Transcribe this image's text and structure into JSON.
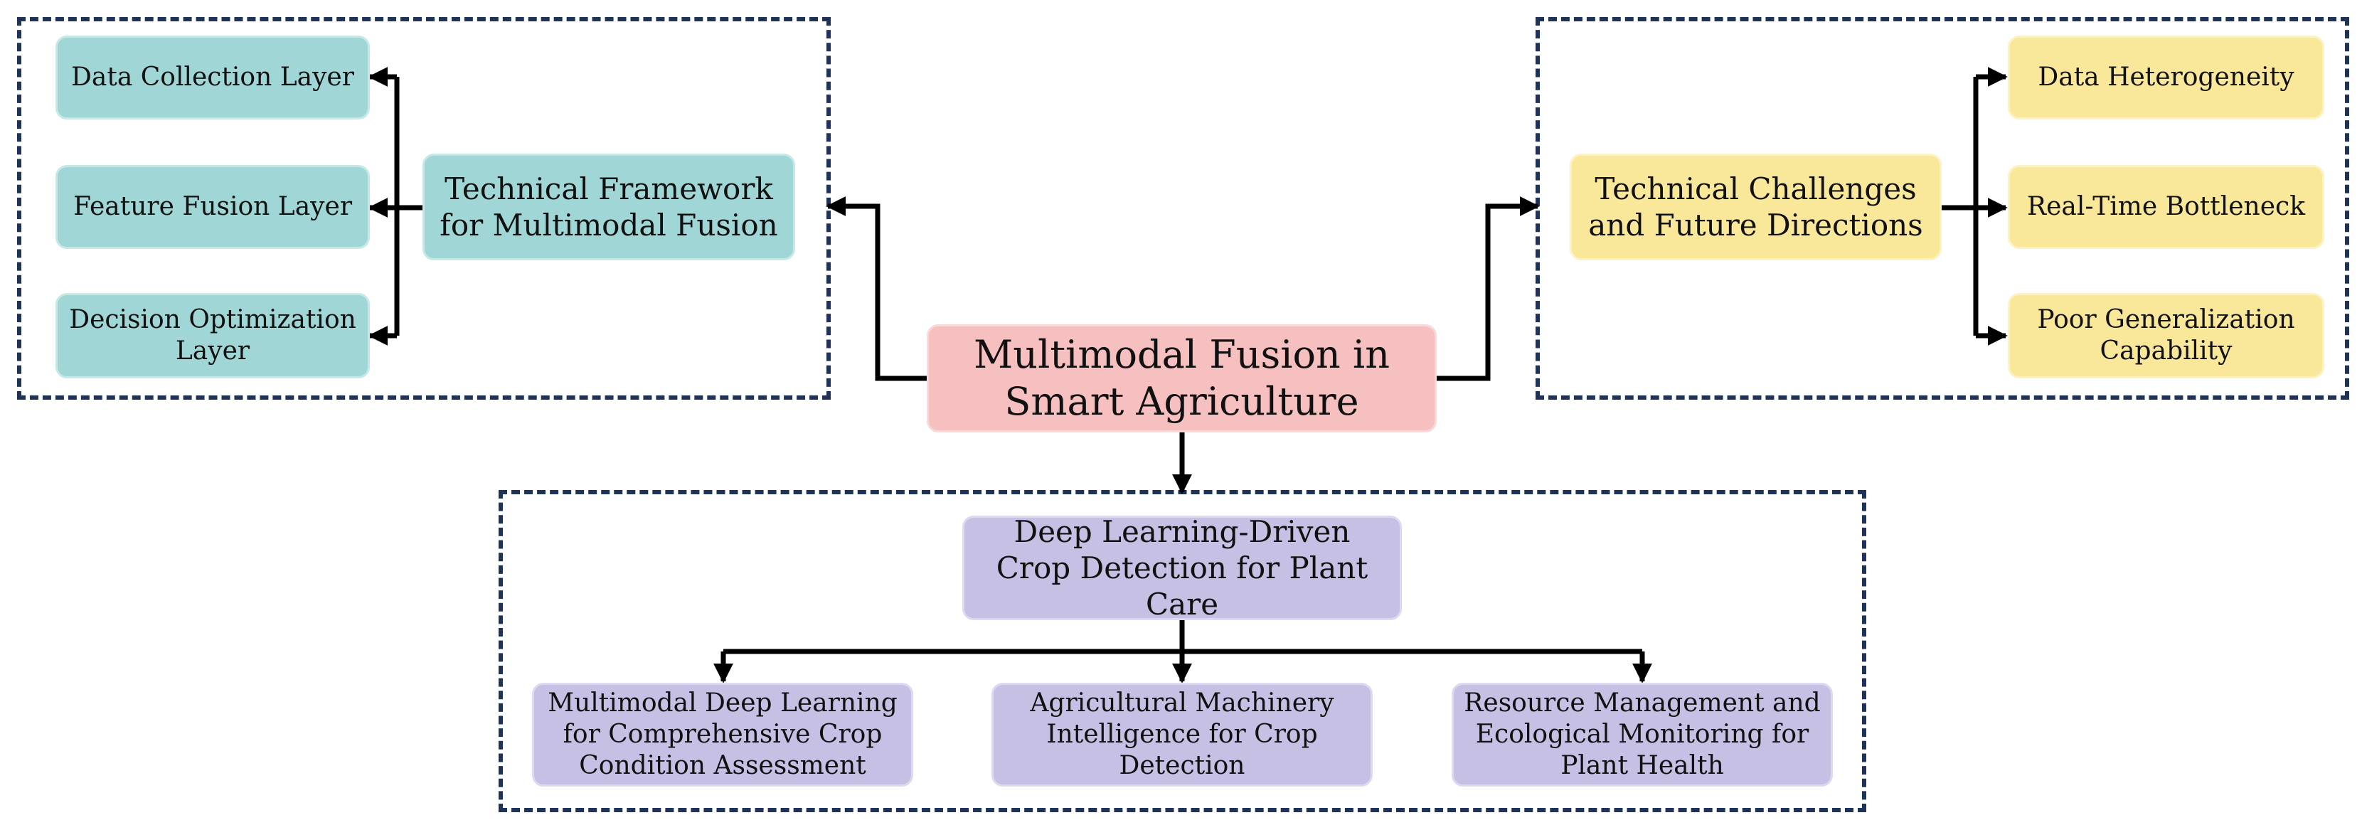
{
  "center": {
    "title": "Multimodal Fusion in Smart Agriculture"
  },
  "left_branch": {
    "title": "Technical Framework for Multimodal Fusion",
    "items": [
      {
        "label": "Data Collection Layer"
      },
      {
        "label": "Feature Fusion Layer"
      },
      {
        "label": "Decision Optimization Layer"
      }
    ]
  },
  "right_branch": {
    "title": "Technical Challenges and Future Directions",
    "items": [
      {
        "label": "Data Heterogeneity"
      },
      {
        "label": "Real-Time Bottleneck"
      },
      {
        "label": "Poor Generalization Capability"
      }
    ]
  },
  "bottom_branch": {
    "title": "Deep Learning-Driven Crop Detection for Plant Care",
    "items": [
      {
        "label": "Multimodal Deep Learning for Comprehensive Crop Condition Assessment"
      },
      {
        "label": "Agricultural Machinery Intelligence for Crop Detection"
      },
      {
        "label": "Resource Management and Ecological Monitoring for Plant Health"
      }
    ]
  },
  "colors": {
    "frame_border": "#1f3358",
    "teal": "#a0d6d5",
    "yellow": "#fae89a",
    "purple": "#c6c0e4",
    "pink": "#f6c0c0",
    "connector": "#000000"
  }
}
